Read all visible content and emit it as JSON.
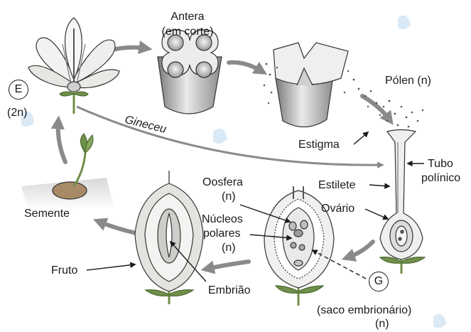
{
  "colors": {
    "ink": "#1a1a1a",
    "arrow_grey": "#8a8a8a",
    "plant_green": "#6f8f4a",
    "petal_light": "#f2f2f0",
    "shadow_grey": "#b9b9b9",
    "watermark_blue": "#cfe3f3"
  },
  "labels": {
    "antera": "Antera",
    "antera_sub": "(em corte)",
    "polen": "Pólen (n)",
    "stage_e": "E",
    "stage_e_ploidy": "(2n)",
    "gineceu": "Gineceu",
    "estigma": "Estigma",
    "tubo": "Tubo",
    "polinico": "polínico",
    "estilete": "Estilete",
    "ovario": "Ovário",
    "oosfera": "Oosfera",
    "oosfera_ploidy": "(n)",
    "nucleos": "Núcleos",
    "polares": "polares",
    "nucleos_ploidy": "(n)",
    "semente": "Semente",
    "fruto": "Fruto",
    "embriao": "Embrião",
    "stage_g": "G",
    "saco": "(saco embrionário)",
    "saco_ploidy": "(n)"
  },
  "icons": [
    "flower-icon",
    "anther-cross-section-icon",
    "open-anther-icon",
    "pistil-icon",
    "embryo-sac-ovule-icon",
    "fruit-section-icon",
    "germinating-seed-icon",
    "cycle-arrow-icon"
  ]
}
